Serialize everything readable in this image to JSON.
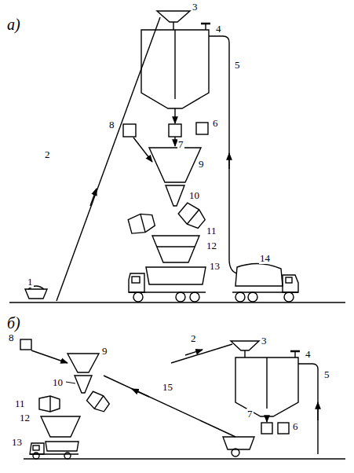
{
  "diagram": {
    "labels": [
      "а)",
      "3",
      "4",
      "2",
      "5",
      "8",
      "7",
      "6",
      "9",
      "10",
      "11",
      "12",
      "1",
      "13",
      "14",
      "б)",
      "2",
      "3",
      "4",
      "5",
      "8",
      "9",
      "10",
      "11",
      "12",
      "7",
      "6",
      "15",
      "13"
    ]
  }
}
